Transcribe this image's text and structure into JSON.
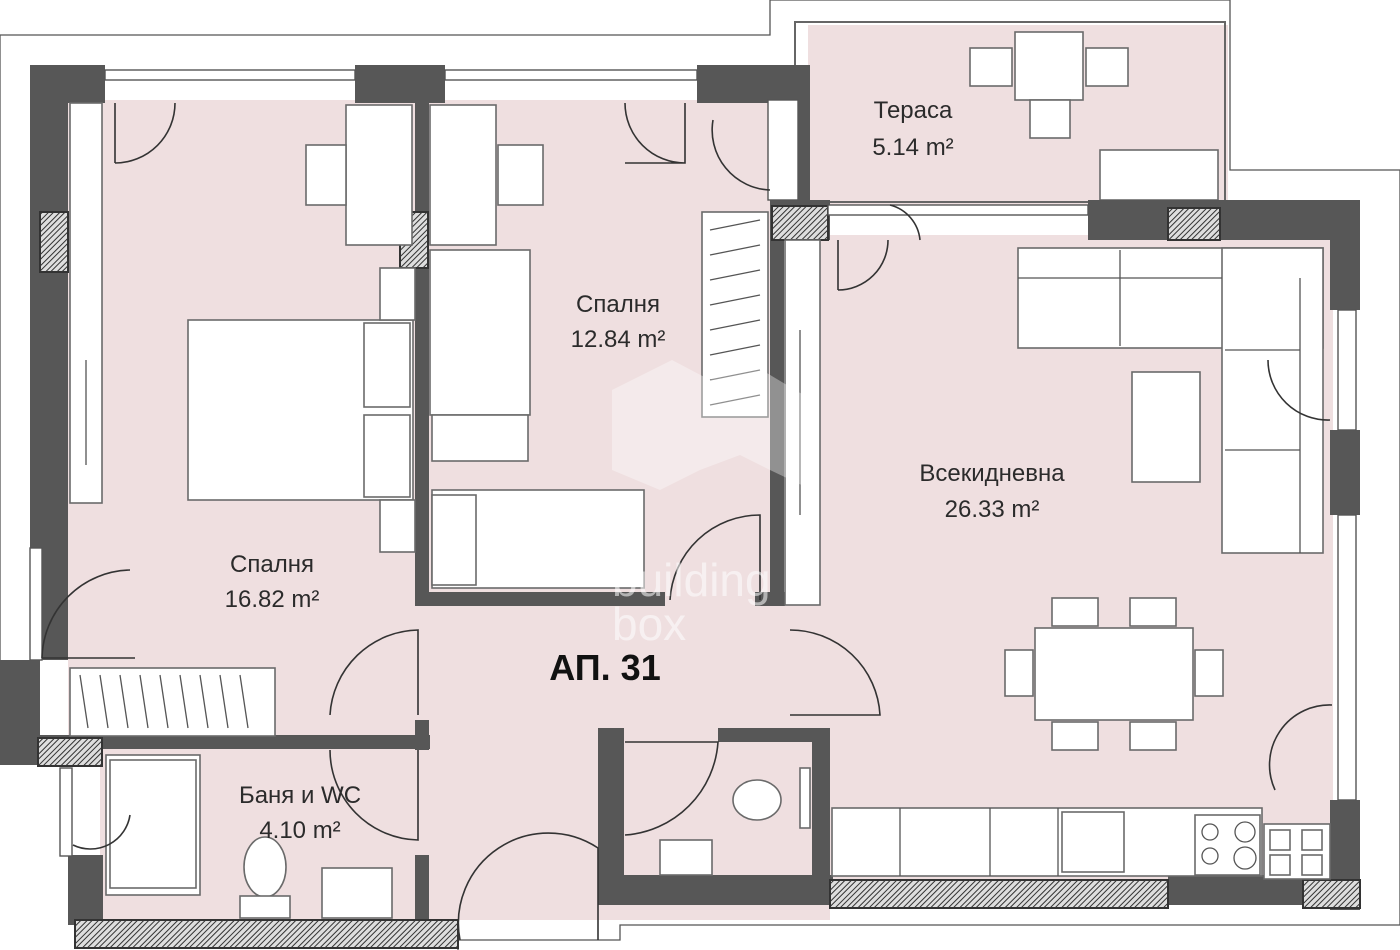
{
  "apartment": {
    "label": "АП. 31"
  },
  "rooms": [
    {
      "id": "terrace",
      "name": "Тераса",
      "area": "5.14 m²"
    },
    {
      "id": "bedroom_small",
      "name": "Спалня",
      "area": "12.84 m²"
    },
    {
      "id": "living",
      "name": "Всекидневна",
      "area": "26.33 m²"
    },
    {
      "id": "bedroom_large",
      "name": "Спалня",
      "area": "16.82 m²"
    },
    {
      "id": "bathroom",
      "name": "Баня и WC",
      "area": "4.10 m²"
    }
  ],
  "watermark": {
    "line1": "building",
    "line2": "box"
  },
  "colors": {
    "floor": "#efdfe0",
    "wall": "#575757",
    "furniture": "#ffffff"
  }
}
